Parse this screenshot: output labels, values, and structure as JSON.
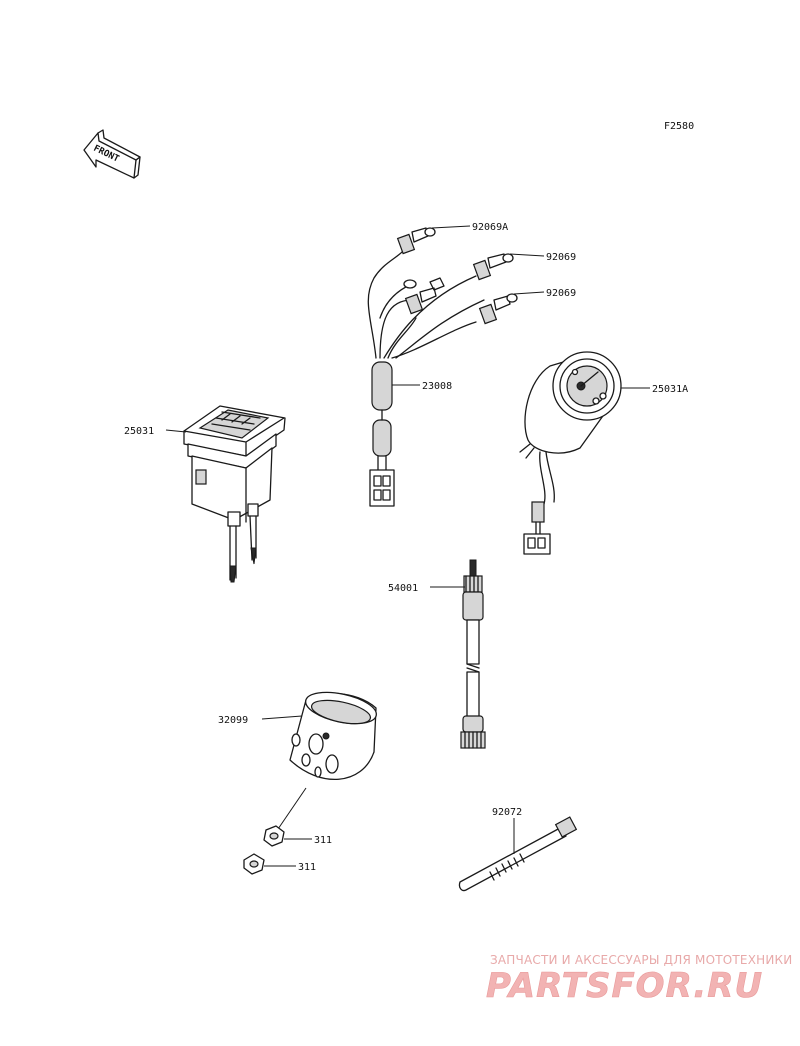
{
  "figure_code": "F2580",
  "front_label": "FRONT",
  "parts": [
    {
      "id": "92069A"
    },
    {
      "id": "92069"
    },
    {
      "id": "92069"
    },
    {
      "id": "23008"
    },
    {
      "id": "25031A"
    },
    {
      "id": "25031"
    },
    {
      "id": "54001"
    },
    {
      "id": "32099"
    },
    {
      "id": "311"
    },
    {
      "id": "311"
    },
    {
      "id": "92072"
    }
  ],
  "watermark": {
    "tagline": "ЗАПЧАСТИ И АКСЕССУАРЫ ДЛЯ МОТОТЕХНИКИ",
    "logo": "PARTSFOR.RU"
  }
}
